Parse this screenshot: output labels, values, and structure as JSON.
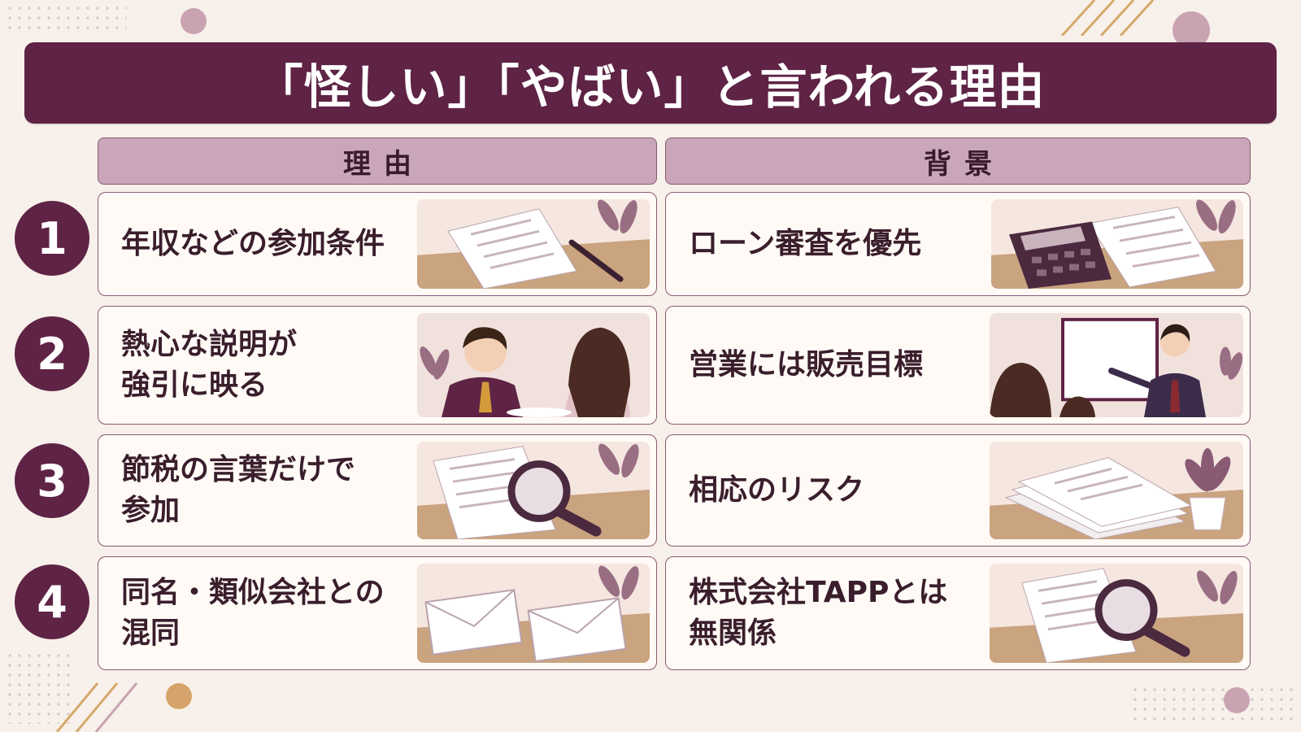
{
  "title": "「怪しい」「やばい」と言われる理由",
  "headers": {
    "reason": "理由",
    "background": "背景"
  },
  "rows": [
    {
      "number": "1",
      "reason": [
        "年収などの参加条件"
      ],
      "background": [
        "ローン審査を優先"
      ],
      "reason_illustration": "document-pen-icon",
      "background_illustration": "calculator-document-icon"
    },
    {
      "number": "2",
      "reason": [
        "熱心な説明が",
        "強引に映る"
      ],
      "background": [
        "営業には販売目標"
      ],
      "reason_illustration": "salesperson-meeting-icon",
      "background_illustration": "presentation-icon"
    },
    {
      "number": "3",
      "reason": [
        "節税の言葉だけで",
        "参加"
      ],
      "background": [
        "相応のリスク"
      ],
      "reason_illustration": "magnifier-document-icon",
      "background_illustration": "paper-stack-icon"
    },
    {
      "number": "4",
      "reason": [
        "同名・類似会社との",
        "混同"
      ],
      "background": [
        "株式会社TAPPとは",
        "無関係"
      ],
      "reason_illustration": "envelopes-icon",
      "background_illustration": "magnifier-document-icon"
    }
  ],
  "colors": {
    "primary": "#5e2345",
    "header_bg": "#c9a6b9",
    "page_bg": "#f8f0ea",
    "card_bg": "#fffaf6"
  }
}
